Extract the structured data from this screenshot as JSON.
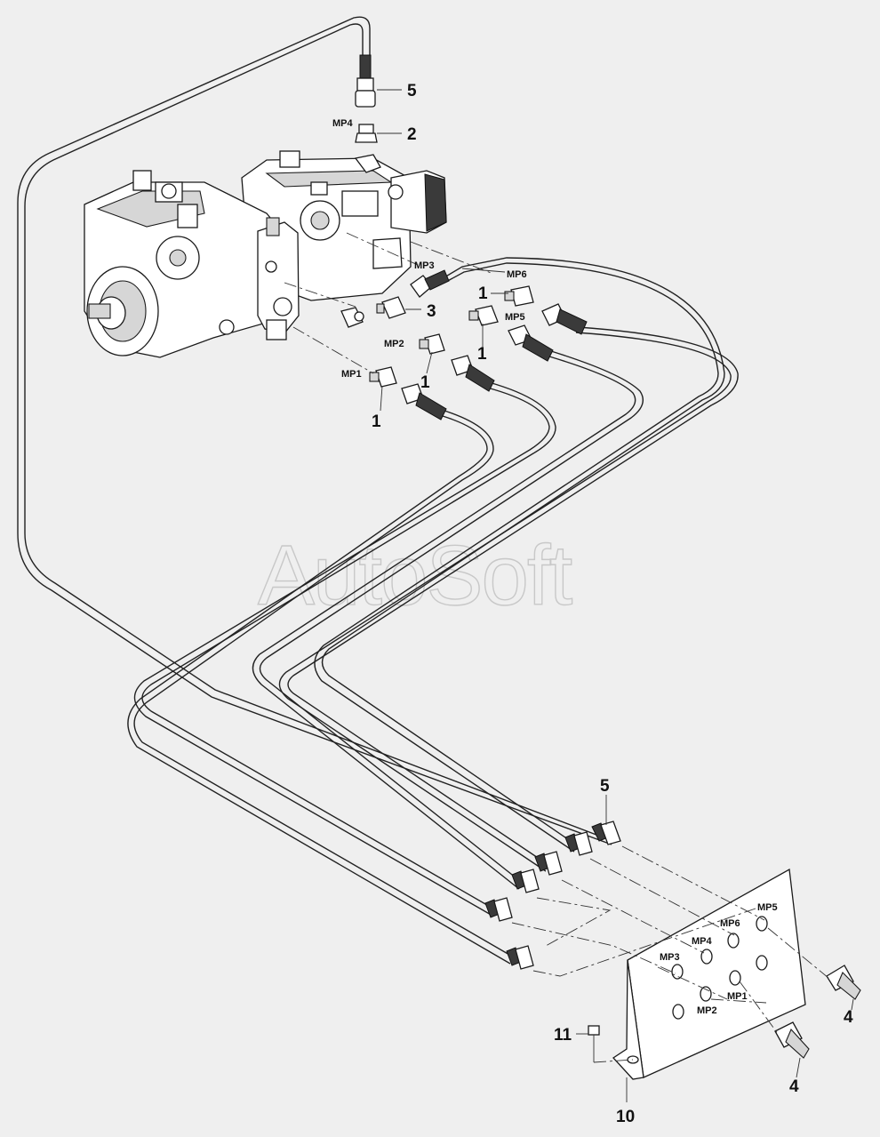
{
  "watermark": "AutoSoft",
  "callouts": {
    "c5_top": "5",
    "c2": "2",
    "c3": "3",
    "c1_mp6": "1",
    "c1_mp5": "1",
    "c1_mp2": "1",
    "c1_mp1": "1",
    "c5_bottom": "5",
    "c4_right": "4",
    "c4_lower": "4",
    "c11": "11",
    "c10": "10"
  },
  "port_labels": {
    "mp4_top": "MP4",
    "mp3_top": "MP3",
    "mp6_top": "MP6",
    "mp5_top": "MP5",
    "mp2_top": "MP2",
    "mp1_top": "MP1",
    "mp5_plate": "MP5",
    "mp6_plate": "MP6",
    "mp4_plate": "MP4",
    "mp3_plate": "MP3",
    "mp1_plate": "MP1",
    "mp2_plate": "MP2"
  }
}
